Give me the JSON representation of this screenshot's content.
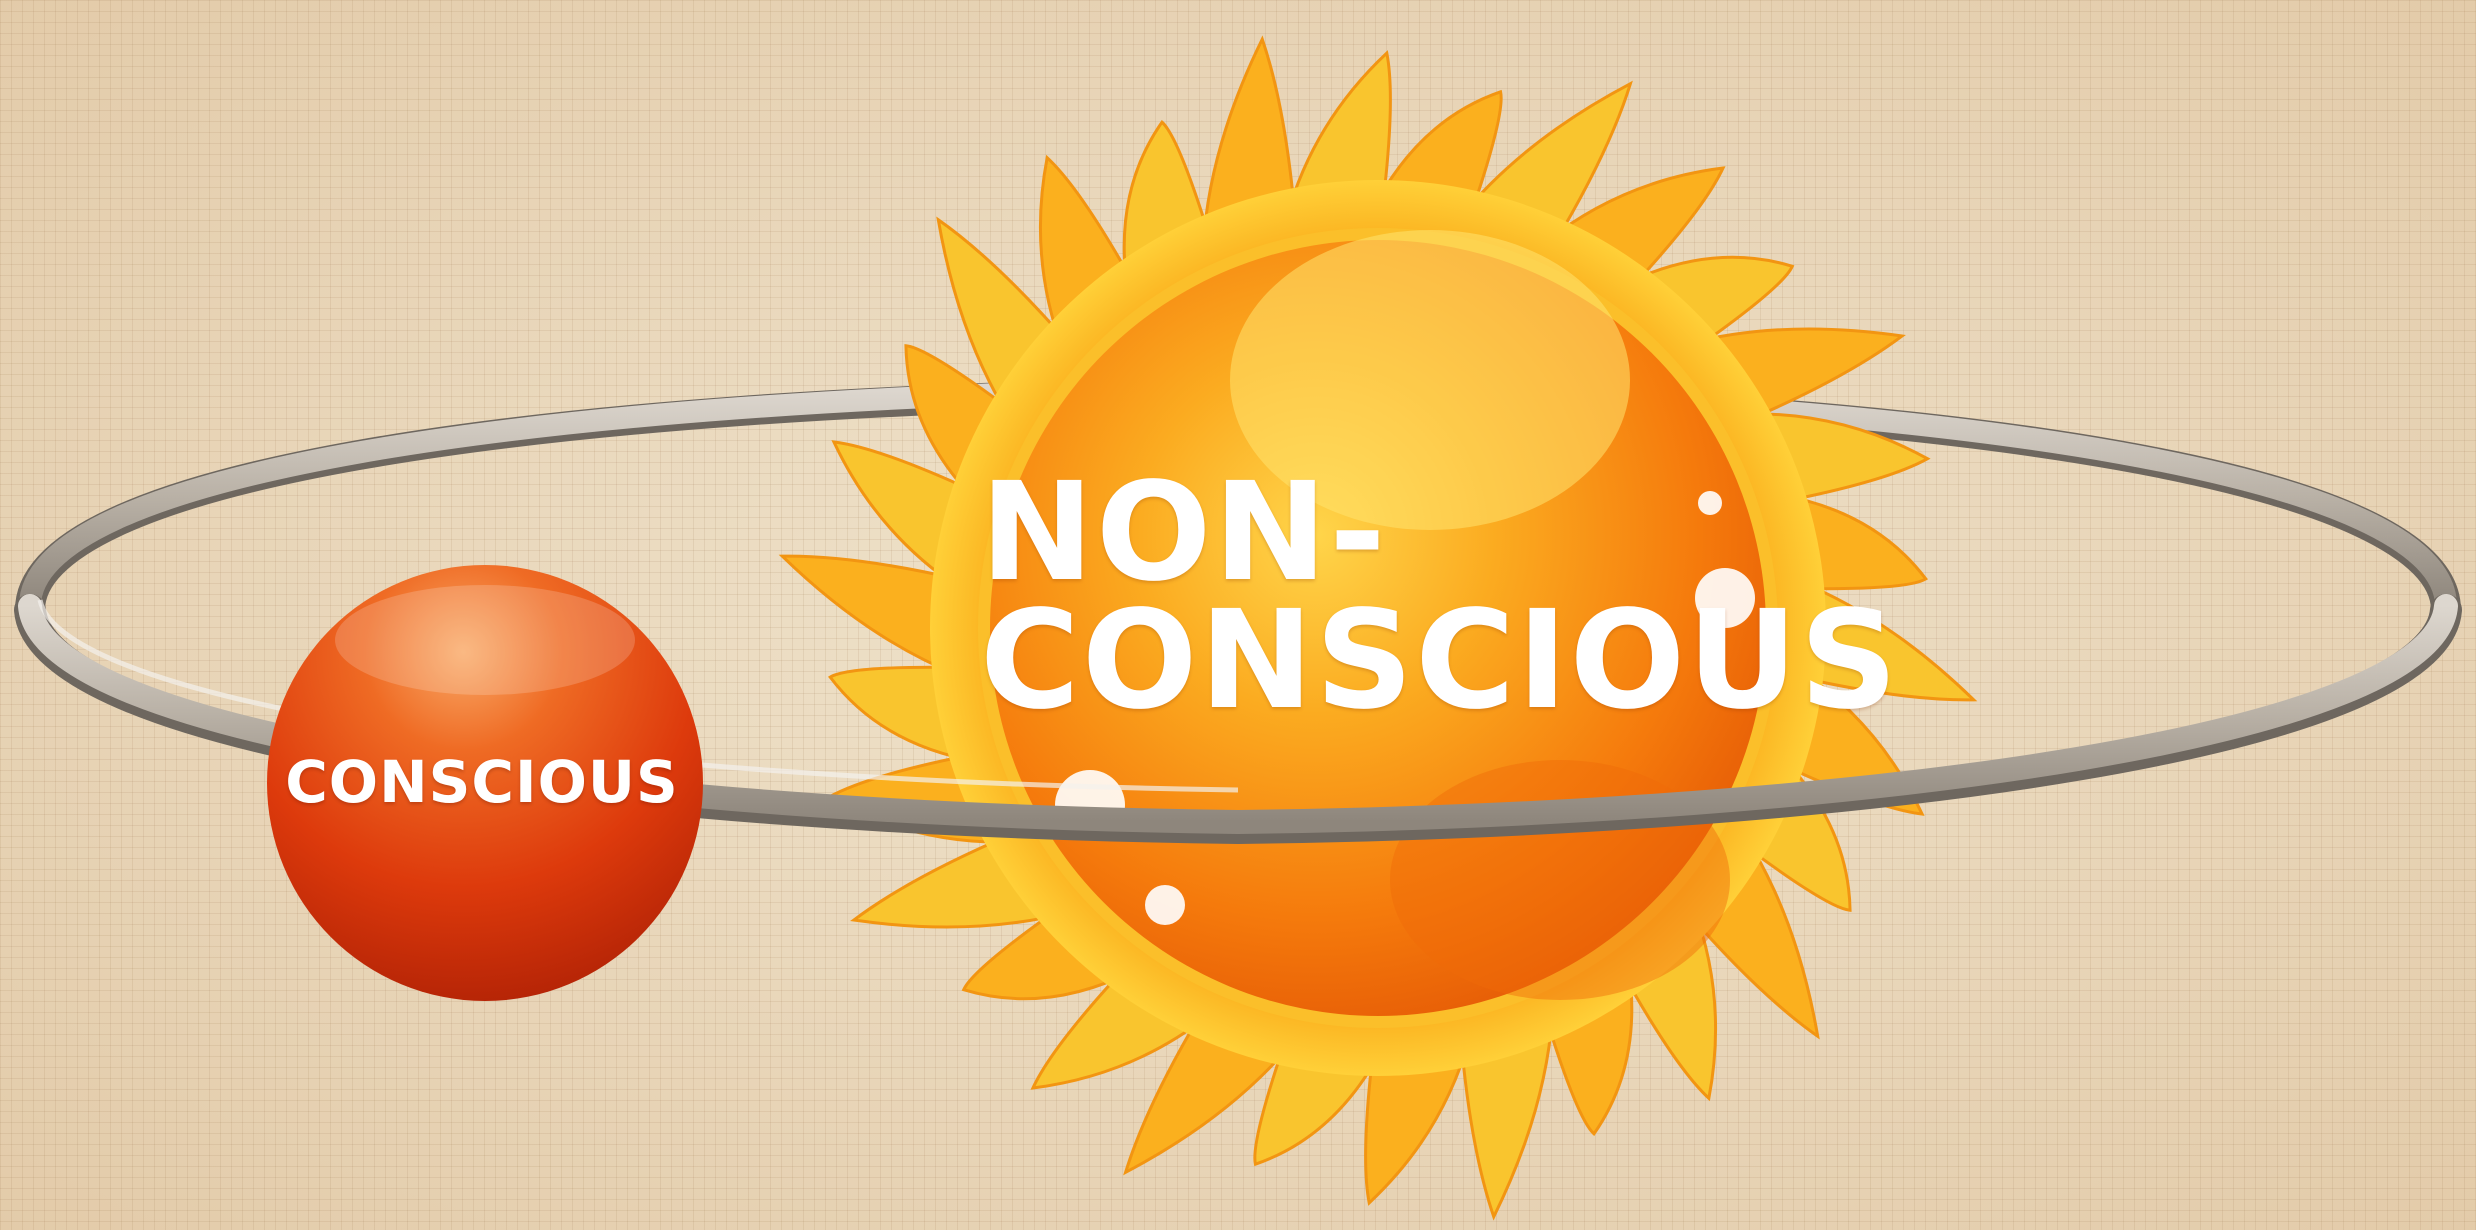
{
  "diagram": {
    "large_body": {
      "label_line1": "NON-",
      "label_line2": "CONSCIOUS",
      "icon": "sun-icon"
    },
    "small_body": {
      "label": "CONSCIOUS",
      "icon": "planet-sphere-icon"
    },
    "orbit": {
      "icon": "orbit-ring-icon"
    },
    "colors": {
      "background": "#ead9bf",
      "sun_core": "#f57a0c",
      "sun_rays": "#f8b21a",
      "planet": "#d9300a",
      "orbit": "#c4bcb2",
      "text": "#ffffff"
    }
  }
}
